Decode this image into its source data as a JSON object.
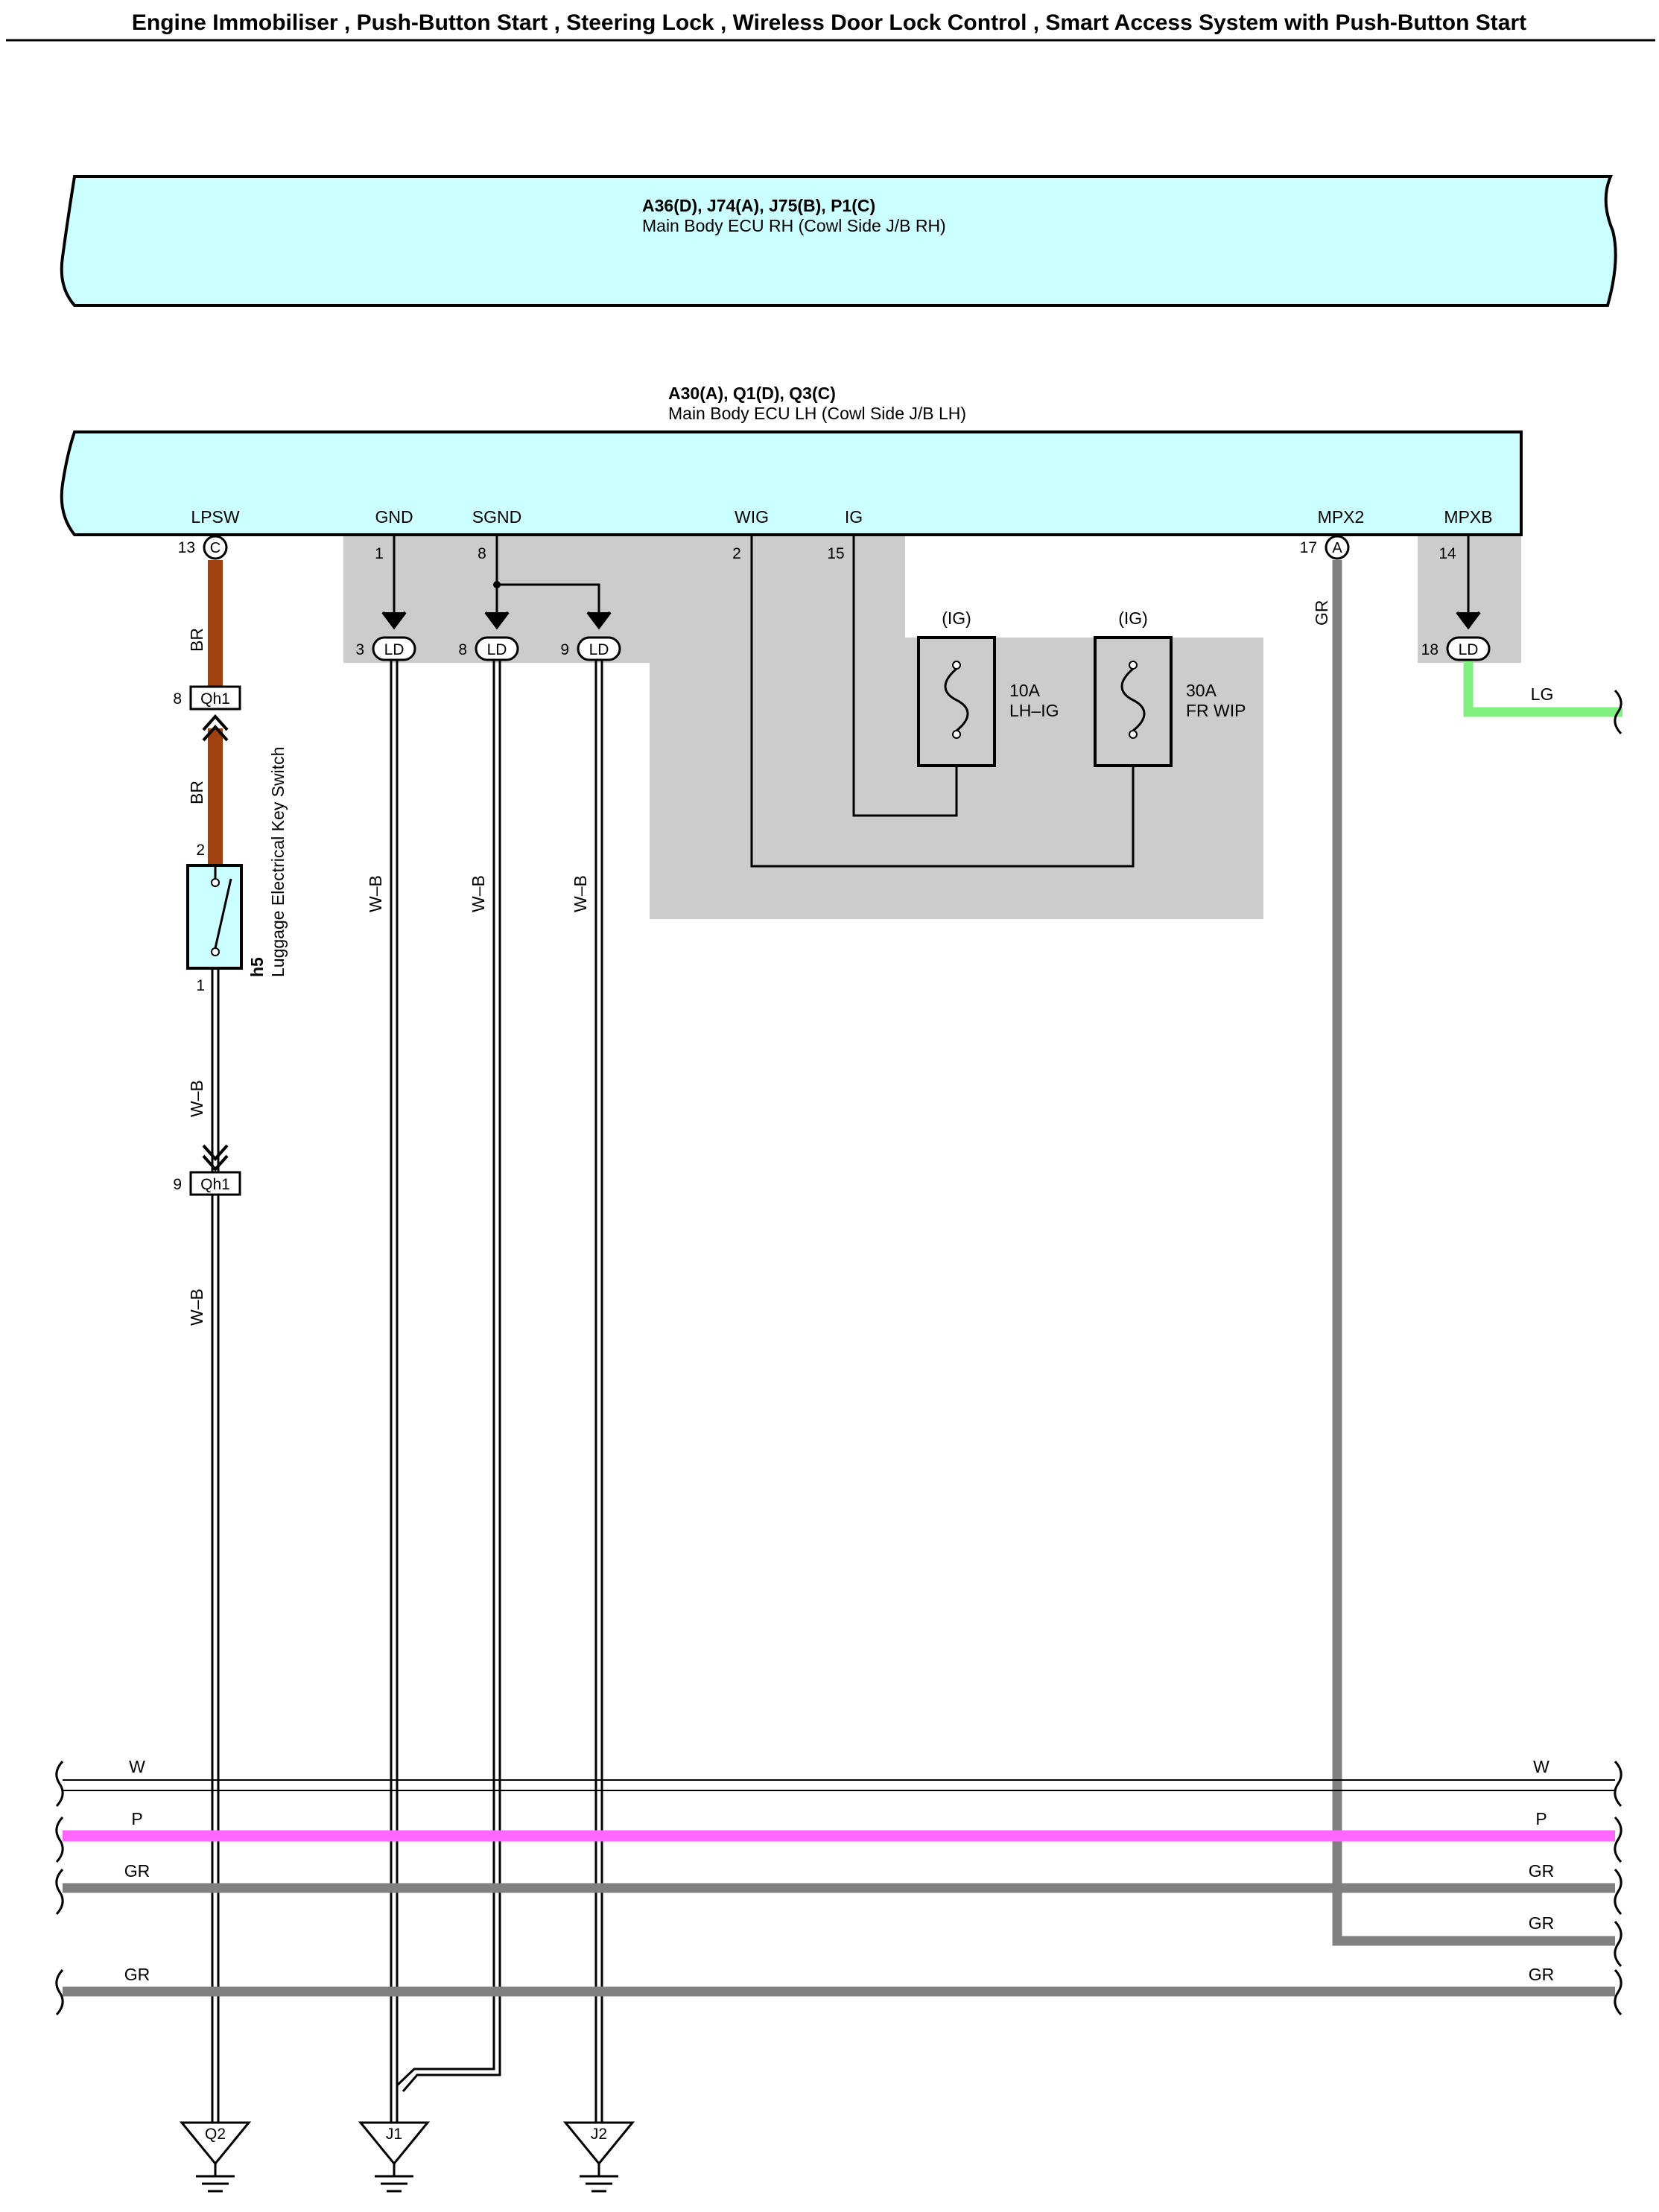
{
  "header": {
    "title": "Engine Immobiliser , Push-Button Start , Steering Lock , Wireless Door Lock Control , Smart Access System with Push-Button Start"
  },
  "ecu_rh": {
    "connectors": "A36(D), J74(A), J75(B), P1(C)",
    "name": "Main Body ECU RH (Cowl Side J/B RH)"
  },
  "ecu_lh": {
    "connectors": "A30(A), Q1(D), Q3(C)",
    "name": "Main Body ECU LH (Cowl Side J/B LH)",
    "terminals": {
      "lpsw": "LPSW",
      "gnd": "GND",
      "sgnd": "SGND",
      "wig": "WIG",
      "ig": "IG",
      "mpx2": "MPX2",
      "mpxb": "MPXB"
    },
    "pins": {
      "lpsw": "13",
      "lpsw_conn": "C",
      "gnd": "1",
      "sgnd": "8",
      "wig": "2",
      "ig": "15",
      "mpx2": "17",
      "mpx2_conn": "A",
      "mpxb": "14"
    }
  },
  "junction_ld": {
    "label": "LD",
    "pins": [
      "3",
      "8",
      "9",
      "18"
    ]
  },
  "fuses": [
    {
      "source": "(IG)",
      "rating": "10A",
      "name": "LH–IG"
    },
    {
      "source": "(IG)",
      "rating": "30A",
      "name": "FR WIP"
    }
  ],
  "connector_qh1": {
    "label": "Qh1",
    "pin_upper": "8",
    "pin_lower": "9"
  },
  "switch_h5": {
    "code": "h5",
    "name": "Luggage Electrical Key Switch",
    "pin_top": "2",
    "pin_bottom": "1"
  },
  "wire_colors": {
    "br": "BR",
    "wb": "W–B",
    "gr": "GR",
    "lg": "LG",
    "w": "W",
    "p": "P"
  },
  "bus": {
    "left": [
      "W",
      "P",
      "GR",
      "GR"
    ],
    "right": [
      "W",
      "P",
      "GR",
      "GR",
      "GR"
    ]
  },
  "grounds": [
    "Q2",
    "J1",
    "J2"
  ],
  "colors": {
    "ecu_fill": "#ccffff",
    "shade": "#cccccc",
    "br": "#a0400f",
    "gr": "#808080",
    "lg": "#80f080",
    "p": "#ff66ff",
    "w": "#ffffff"
  }
}
